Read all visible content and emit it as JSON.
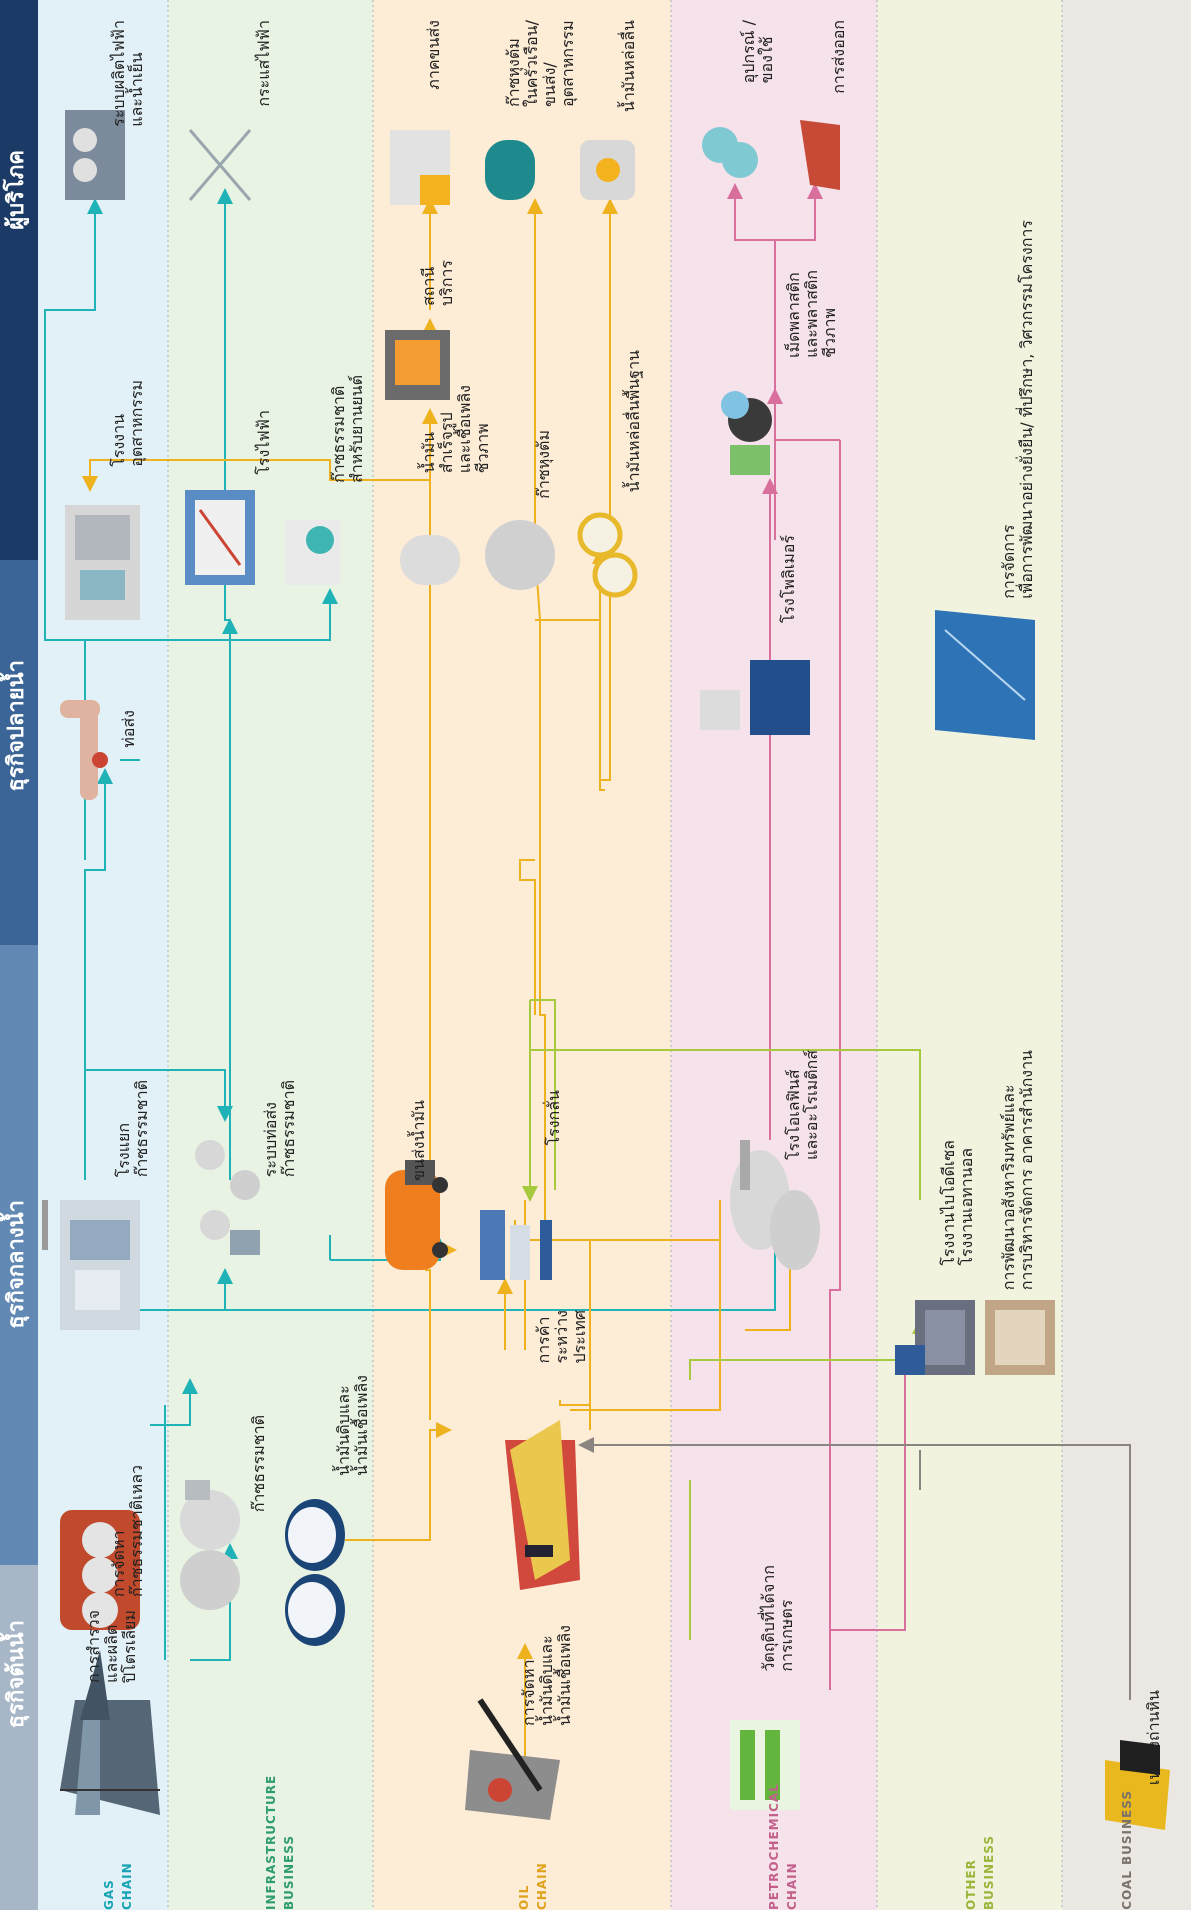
{
  "stages": [
    {
      "label": "ธุรกิจต้นน้ำ",
      "color": "#a7b7c8"
    },
    {
      "label": "ธุรกิจกลางน้ำ",
      "color": "#6189b4"
    },
    {
      "label": "ธุรกิจปลายน้ำ",
      "color": "#3a6596"
    },
    {
      "label": "ผู้บริโภค",
      "color": "#1b3b66"
    }
  ],
  "bands": [
    {
      "label": "GAS CHAIN",
      "color": "#e2f1f7",
      "label_color": "#17a3b3"
    },
    {
      "label": "INFRASTRUCTURE BUSINESS",
      "color": "#e8f3e3",
      "label_color": "#2f9c6e"
    },
    {
      "label": "OIL CHAIN",
      "color": "#fdecd6",
      "label_color": "#e0a21c"
    },
    {
      "label": "PETROCHEMICAL CHAIN",
      "color": "#f6e2ea",
      "label_color": "#c2608b"
    },
    {
      "label": "OTHER BUSINESS",
      "color": "#f1f3df",
      "label_color": "#9ab53a"
    },
    {
      "label": "COAL BUSINESS",
      "color": "#ebe8e4",
      "label_color": "#7a726a"
    }
  ],
  "colors": {
    "gas": "#1fb3b8",
    "oil": "#efb21f",
    "petro": "#d86f9d",
    "other": "#a6c93d",
    "coal": "#8a8580"
  },
  "labels": {
    "exploration": "การสำรวจ\nและผลิต\nปิโตรเลียม",
    "lng_procurement": "การจัดหา\nก๊าซธรรมชาติเหลว",
    "natural_gas": "ก๊าซธรรมชาติ",
    "gsp": "โรงแยก\nก๊าซธรรมชาติ",
    "pipeline_system": "ระบบท่อส่ง\nก๊าซธรรมชาติ",
    "crude_procurement": "การจัดหา\nน้ำมันดิบและ\nน้ำมันเชื้อเพลิง",
    "crude_fuel": "น้ำมันดิบและ\nน้ำมันเชื้อเพลิง",
    "international_trade": "การค้า\nระหว่าง\nประเทศ",
    "oil_transport": "ขนส่งน้ำมัน",
    "refinery": "โรงกลั่น",
    "aromatics": "โรงโอเลฟินส์\nและอะโรเมติกส์",
    "agri_materials": "วัตถุดิบที่ได้จาก\nการเกษตร",
    "bio_plant": "โรงงานไบโอดีเซล\nโรงงานเอทานอล",
    "property_dev": "การพัฒนาอสังหาริมทรัพย์และ\nการบริหารจัดการ อาคารสำนักงาน",
    "coal_mine": "เหมืองถ่านหิน",
    "pipe": "ท่อส่ง",
    "industrial_plant": "โรงงาน\nอุตสาหกรรม",
    "power_plant": "โรงไฟฟ้า",
    "gas_for_power": "ก๊าซธรรมชาติ\nสำหรับยานยนต์",
    "refined_oil": "น้ำมัน\nสำเร็จรูป\nและเชื้อเพลิง\nชีวภาพ",
    "lpg": "ก๊าซหุงต้ม",
    "base_oil": "น้ำมันหล่อลื่นพื้นฐาน",
    "polymer": "โรงโพลิเมอร์",
    "plastic_pellets": "เม็ดพลาสติก\nและพลาสติก\nชีวภาพ",
    "land_dev": "การจัดการ\nเพื่อการพัฒนาอย่างยั่งยืน/ ที่ปรึกษา, วิศวกรรมโครงการ",
    "cogen": "ระบบผลิตไฟฟ้า\nและน้ำเย็น",
    "electricity": "กระแสไฟฟ้า",
    "service_station": "สถานี\nบริการ",
    "transport": "ภาคขนส่ง",
    "lpg_use": "ก๊าซหุงต้ม\nในครัวเรือน/\nขนส่ง/\nอุตสาหกรรม",
    "lubricants": "น้ำมันหล่อลื่น",
    "products": "อุปกรณ์ /\nของใช้",
    "exports": "การส่งออก"
  }
}
